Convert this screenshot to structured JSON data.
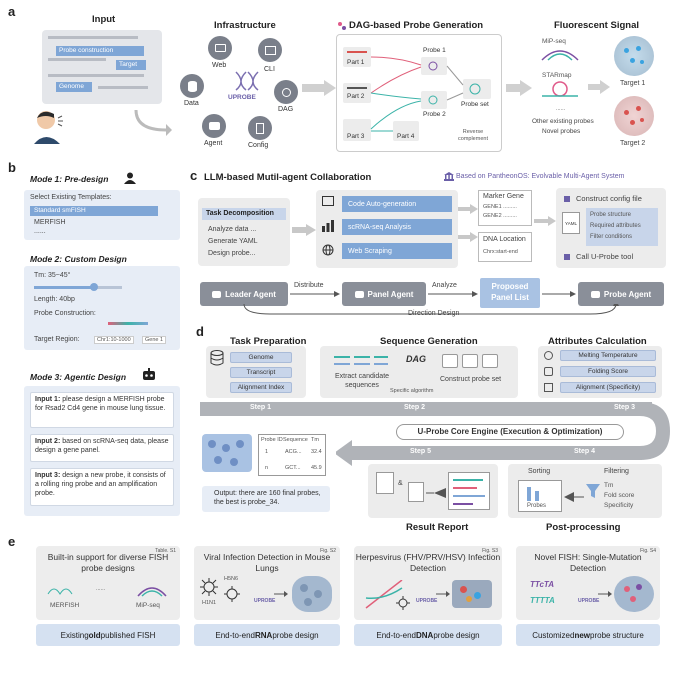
{
  "panel_a": {
    "letter": "a",
    "input_title": "Input",
    "input_tags": [
      "Probe construction",
      "Target",
      "Genome"
    ],
    "infra_title": "Infrastructure",
    "infra_items": [
      "Web",
      "CLI",
      "Data",
      "DAG",
      "Agent",
      "Config"
    ],
    "uprobe_logo": "UPROBE",
    "dag_title": "DAG-based  Probe Generation",
    "dag_parts": [
      "Part 1",
      "Part 2",
      "Part 3",
      "Part 4"
    ],
    "dag_probes": [
      "Probe 1",
      "Probe 2",
      "Probe set"
    ],
    "dag_reverse": "Reverse complement",
    "signal_title": "Fluorescent Signal",
    "signal_methods": [
      "MiP-seq",
      "STARmap"
    ],
    "signal_dots": "......",
    "signal_other": "Other existing probes",
    "signal_novel": "Novel probes",
    "targets": [
      "Target 1",
      "Target 2"
    ]
  },
  "panel_b": {
    "letter": "b",
    "mode1_title": "Mode 1: Pre-design",
    "mode1_label": "Select Existing Templates:",
    "mode1_options": [
      "Standard smFISH",
      "MERFISH",
      "......"
    ],
    "mode2_title": "Mode 2: Custom Design",
    "mode2_tm": "Tm: 35~45°",
    "mode2_length": "Length: 40bp",
    "mode2_probe": "Probe Construction:",
    "mode2_target": "Target Region:",
    "mode2_chr": "Chr1:10-1000",
    "mode2_gene": "Gene 1",
    "mode3_title": "Mode 3: Agentic Design",
    "mode3_inputs": [
      {
        "label": "Input 1:",
        "text": "please design a MERFISH probe for Rsad2 Cd4 gene in mouse lung tissue."
      },
      {
        "label": "Input 2:",
        "text": "based on scRNA-seq data, please design a gene panel."
      },
      {
        "label": "Input 3:",
        "text": "design a new probe, it consists of a rolling ring probe and an amplification probe."
      }
    ]
  },
  "panel_c": {
    "letter": "c",
    "title": "LLM-based Mutil-agent Collaboration",
    "based_on": "Based on PantheonOS: Evolvable Multi-Agent System",
    "task_title": "Task Decomposition",
    "task_items": [
      "Analyze data ...",
      "Generate YAML",
      "Design probe..."
    ],
    "tools": [
      "Code Auto-generation",
      "scRNA-seq Analysis",
      "Web Scraping"
    ],
    "marker_title": "Marker Gene",
    "marker_genes": [
      "GENE1 .........",
      "GENE2 ........."
    ],
    "dna_title": "DNA Location",
    "dna_sub": "Chrx:start-end",
    "config_title": "Construct config file",
    "config_items": [
      "Probe structure",
      "Required attributes",
      "Filter conditions"
    ],
    "yaml": "YAML",
    "call_tool": "Call U-Probe tool",
    "agents": [
      "Leader Agent",
      "Panel Agent",
      "Proposed Panel List",
      "Probe Agent"
    ],
    "distribute": "Distribute",
    "analyze": "Analyze",
    "direction": "Direction Design"
  },
  "panel_d": {
    "letter": "d",
    "task_prep": "Task Preparation",
    "prep_items": [
      "Genome",
      "Transcript",
      "Alignment Index"
    ],
    "seq_gen": "Sequence Generation",
    "seq_extract": "Extract candidate sequences",
    "seq_dag": "DAG",
    "seq_algo": "Specific algorithm",
    "seq_construct": "Construct probe set",
    "attr_title": "Attributes Calculation",
    "attr_items": [
      "Melting Temperature",
      "Folding Score",
      "Alignment (Specificity)"
    ],
    "steps": [
      "Step 1",
      "Step 2",
      "Step 3",
      "Step 4",
      "Step 5"
    ],
    "core": "U-Probe Core Engine  (Execution & Optimization)",
    "table_headers": [
      "Probe ID",
      "Sequence",
      "Tm"
    ],
    "table_rows": [
      [
        "1",
        "ACG...",
        "32.4"
      ],
      [
        "n",
        "GCT...",
        "45.9"
      ]
    ],
    "output": "Output: there are 160 final probes, the best is probe_34.",
    "result": "Result Report",
    "post": "Post-processing",
    "sorting": "Sorting",
    "probes": "Probes",
    "filtering": "Filtering",
    "filter_items": [
      "Tm",
      "Fold score",
      "Specificity"
    ]
  },
  "panel_e": {
    "letter": "e",
    "cards": [
      {
        "title": "Built-in support for diverse FISH probe designs",
        "ref": "Table. S1",
        "labels": [
          "MERFISH",
          "MiP-seq"
        ],
        "foot_pre": "Existing ",
        "foot_bold": "old",
        "foot_post": " published FISH"
      },
      {
        "title": "Viral Infection Detection in Mouse Lungs",
        "ref": "Fig. S2",
        "labels": [
          "H5N6",
          "H1N1"
        ],
        "foot_pre": "End-to-end ",
        "foot_bold": "RNA",
        "foot_post": " probe design"
      },
      {
        "title": "Herpesvirus (FHV/PRV/HSV) Infection Detection",
        "ref": "Fig. S3",
        "labels": [],
        "foot_pre": "End-to-end ",
        "foot_bold": "DNA",
        "foot_post": " probe design"
      },
      {
        "title": "Novel FISH: Single-Mutation Detection",
        "ref": "Fig. S4",
        "labels": [
          "TTcTA",
          "TTTTA"
        ],
        "foot_pre": "Customized ",
        "foot_bold": "new",
        "foot_post": " probe structure"
      }
    ]
  },
  "colors": {
    "accent_blue": "#7fa6d6",
    "light_blue": "#dfe8f5",
    "gray": "#8a8f99",
    "red": "#d9534f",
    "teal": "#3bb3a8",
    "purple": "#7b4fa3"
  }
}
